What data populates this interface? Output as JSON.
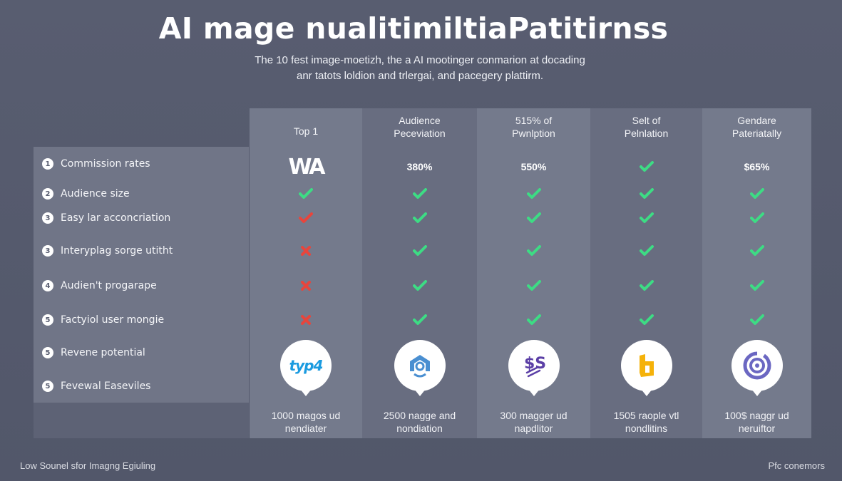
{
  "header": {
    "title": "AI mage nualitimiltiaPatitirnss",
    "subtitle_lines": [
      "The 10 fest image-moetizh, the a AI mootinger conmarion at docading",
      "anr tatots loldion and trlergai, and pacegery plattirm."
    ]
  },
  "rows": [
    {
      "num": "1",
      "label": "Commission rates"
    },
    {
      "num": "2",
      "label": "Audience size"
    },
    {
      "num": "3",
      "label": "Easy lar acconcriation"
    },
    {
      "num": "3",
      "label": "Interyplag sorge utitht"
    },
    {
      "num": "4",
      "label": "Audien't progarape"
    },
    {
      "num": "5",
      "label": "Factyiol user mongie"
    },
    {
      "num": "5",
      "label": "Revene potential"
    },
    {
      "num": "5",
      "label": "Fevewal Easeviles"
    }
  ],
  "columns": [
    {
      "header": [
        "Top 1"
      ],
      "first_value": "WA",
      "first_value_type": "logo-text",
      "marks": [
        "check",
        "check-red",
        "cross",
        "cross",
        "cross"
      ],
      "logo": "typ4",
      "logo_icon": "typ4-logo-icon",
      "logo_color": "#1b9be0",
      "footer": [
        "1000 magos ud",
        "nendiater"
      ]
    },
    {
      "header": [
        "Audience",
        "Peceviation"
      ],
      "first_value": "380%",
      "first_value_type": "text",
      "marks": [
        "check",
        "check",
        "check",
        "check",
        "check"
      ],
      "logo": "",
      "logo_icon": "shield-person-logo-icon",
      "logo_color": "#4a8fd1",
      "footer": [
        "2500 nagge and",
        "nondiation"
      ]
    },
    {
      "header": [
        "515% of",
        "Pwnlption"
      ],
      "first_value": "550%",
      "first_value_type": "text",
      "marks": [
        "check",
        "check",
        "check",
        "check",
        "check"
      ],
      "logo": "",
      "logo_icon": "dollar-swoosh-logo-icon",
      "logo_color": "#5b3fa6",
      "footer": [
        "300 magger ud",
        "napdlitor"
      ]
    },
    {
      "header": [
        "Selt of",
        "Pelnlation"
      ],
      "first_value": "check",
      "first_value_type": "mark",
      "marks": [
        "check",
        "check",
        "check",
        "check",
        "check"
      ],
      "logo": "",
      "logo_icon": "hexagon-b-logo-icon",
      "logo_color": "#f5b20a",
      "footer": [
        "1505 raople vtl",
        "nondlitins"
      ]
    },
    {
      "header": [
        "Gendare",
        "Pateriatally"
      ],
      "first_value": "$65%",
      "first_value_type": "text",
      "marks": [
        "check",
        "check",
        "check",
        "check",
        "check"
      ],
      "logo": "",
      "logo_icon": "target-ring-logo-icon",
      "logo_color": "#6b67c2",
      "footer": [
        "100$ naggr ud",
        "neruiftor"
      ]
    }
  ],
  "colors": {
    "check": "#3ddc84",
    "cross": "#e8453c",
    "background": "#565b6e",
    "panel_light": "#747a8c",
    "panel_dark": "#686d80"
  },
  "footer": {
    "left": "Low Sounel sfor Imagng Egiuling",
    "right": "Pfc conemors"
  }
}
